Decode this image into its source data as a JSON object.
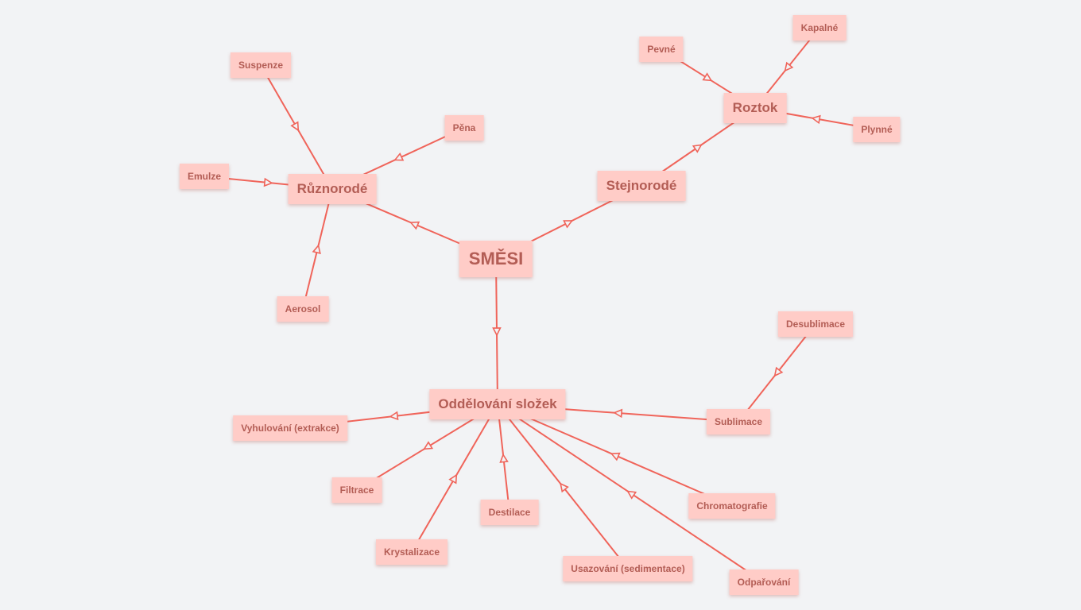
{
  "theme": {
    "background": "#f2f3f5",
    "node_fill": "#ffccc7",
    "node_text": "#b35d55",
    "line": "#f0645a"
  },
  "diagram": {
    "nodes": [
      {
        "id": "smesi",
        "label": "SMĚSI",
        "level": 0
      },
      {
        "id": "ruznorode",
        "label": "Různorodé",
        "level": 1
      },
      {
        "id": "stejnorode",
        "label": "Stejnorodé",
        "level": 1
      },
      {
        "id": "oddelovani",
        "label": "Oddělování složek",
        "level": 1
      },
      {
        "id": "roztok",
        "label": "Roztok",
        "level": 1
      },
      {
        "id": "suspenze",
        "label": "Suspenze",
        "level": 2
      },
      {
        "id": "pena",
        "label": "Pěna",
        "level": 2
      },
      {
        "id": "emulze",
        "label": "Emulze",
        "level": 2
      },
      {
        "id": "aerosol",
        "label": "Aerosol",
        "level": 2
      },
      {
        "id": "pevne",
        "label": "Pevné",
        "level": 2
      },
      {
        "id": "kapalne",
        "label": "Kapalné",
        "level": 2
      },
      {
        "id": "plynne",
        "label": "Plynné",
        "level": 2
      },
      {
        "id": "desublimace",
        "label": "Desublimace",
        "level": 2
      },
      {
        "id": "sublimace",
        "label": "Sublimace",
        "level": 2
      },
      {
        "id": "vyhulovani",
        "label": "Vyhulování (extrakce)",
        "level": 2
      },
      {
        "id": "filtrace",
        "label": "Filtrace",
        "level": 2
      },
      {
        "id": "krystalizace",
        "label": "Krystalizace",
        "level": 2
      },
      {
        "id": "destilace",
        "label": "Destilace",
        "level": 2
      },
      {
        "id": "usazovani",
        "label": "Usazování (sedimentace)",
        "level": 2
      },
      {
        "id": "chromatografie",
        "label": "Chromatografie",
        "level": 2
      },
      {
        "id": "odparovani",
        "label": "Odpařování",
        "level": 2
      }
    ],
    "edges": [
      {
        "from": "smesi",
        "to": "ruznorode"
      },
      {
        "from": "smesi",
        "to": "stejnorode"
      },
      {
        "from": "smesi",
        "to": "oddelovani"
      },
      {
        "from": "suspenze",
        "to": "ruznorode"
      },
      {
        "from": "pena",
        "to": "ruznorode"
      },
      {
        "from": "emulze",
        "to": "ruznorode"
      },
      {
        "from": "aerosol",
        "to": "ruznorode"
      },
      {
        "from": "stejnorode",
        "to": "roztok"
      },
      {
        "from": "pevne",
        "to": "roztok"
      },
      {
        "from": "kapalne",
        "to": "roztok"
      },
      {
        "from": "plynne",
        "to": "roztok"
      },
      {
        "from": "desublimace",
        "to": "sublimace"
      },
      {
        "from": "sublimace",
        "to": "oddelovani"
      },
      {
        "from": "oddelovani",
        "to": "vyhulovani"
      },
      {
        "from": "oddelovani",
        "to": "filtrace"
      },
      {
        "from": "krystalizace",
        "to": "oddelovani"
      },
      {
        "from": "destilace",
        "to": "oddelovani"
      },
      {
        "from": "usazovani",
        "to": "oddelovani"
      },
      {
        "from": "chromatografie",
        "to": "oddelovani"
      },
      {
        "from": "odparovani",
        "to": "oddelovani"
      }
    ]
  }
}
